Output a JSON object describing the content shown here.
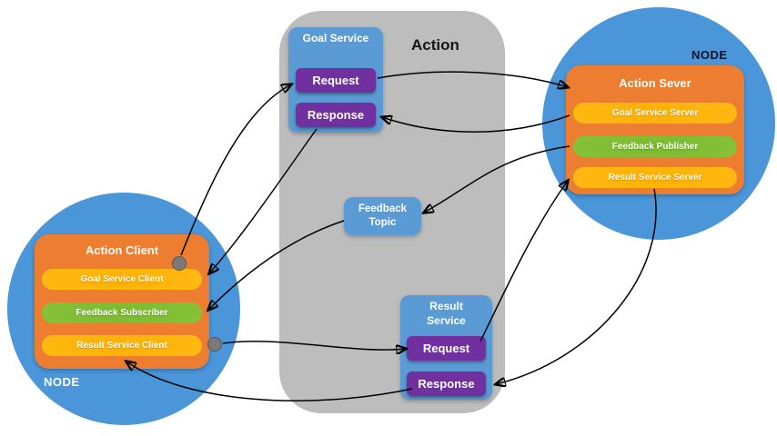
{
  "action_group": {
    "title": "Action"
  },
  "goal_service": {
    "title": "Goal Service",
    "request_label": "Request",
    "response_label": "Response"
  },
  "feedback_topic": {
    "label": "Feedback Topic"
  },
  "result_service": {
    "title": "Result Service",
    "request_label": "Request",
    "response_label": "Response"
  },
  "client_node": {
    "node_label": "NODE",
    "title": "Action Client",
    "items": [
      {
        "label": "Goal Service Client",
        "kind": "service"
      },
      {
        "label": "Feedback Subscriber",
        "kind": "topic"
      },
      {
        "label": "Result Service Client",
        "kind": "service"
      }
    ]
  },
  "server_node": {
    "node_label": "NODE",
    "title": "Action Sever",
    "items": [
      {
        "label": "Goal Service Server",
        "kind": "service"
      },
      {
        "label": "Feedback Publisher",
        "kind": "topic"
      },
      {
        "label": "Result Service Server",
        "kind": "service"
      }
    ]
  },
  "connections": [
    {
      "from": "Goal Service Client",
      "to": "Goal Service Request"
    },
    {
      "from": "Goal Service Request",
      "to": "Action Sever"
    },
    {
      "from": "Goal Service Server",
      "to": "Goal Service Response"
    },
    {
      "from": "Goal Service Response",
      "to": "Goal Service Client"
    },
    {
      "from": "Feedback Publisher",
      "to": "Feedback Topic"
    },
    {
      "from": "Feedback Topic",
      "to": "Feedback Subscriber"
    },
    {
      "from": "Result Service Client",
      "to": "Result Service Request"
    },
    {
      "from": "Result Service Request",
      "to": "Result Service Server"
    },
    {
      "from": "Result Service Server",
      "to": "Result Service Response"
    },
    {
      "from": "Result Service Response",
      "to": "Result Service Client"
    }
  ],
  "colors": {
    "node_circle_blue": "#4a96d8",
    "container_gray": "#bdbdbd",
    "service_box_blue": "#5b9bd5",
    "button_purple": "#7030a0",
    "server_box_orange": "#ed7d31",
    "pill_yellow": "#ffc000",
    "pill_green": "#8ac43c",
    "arrow_black": "#000000"
  }
}
